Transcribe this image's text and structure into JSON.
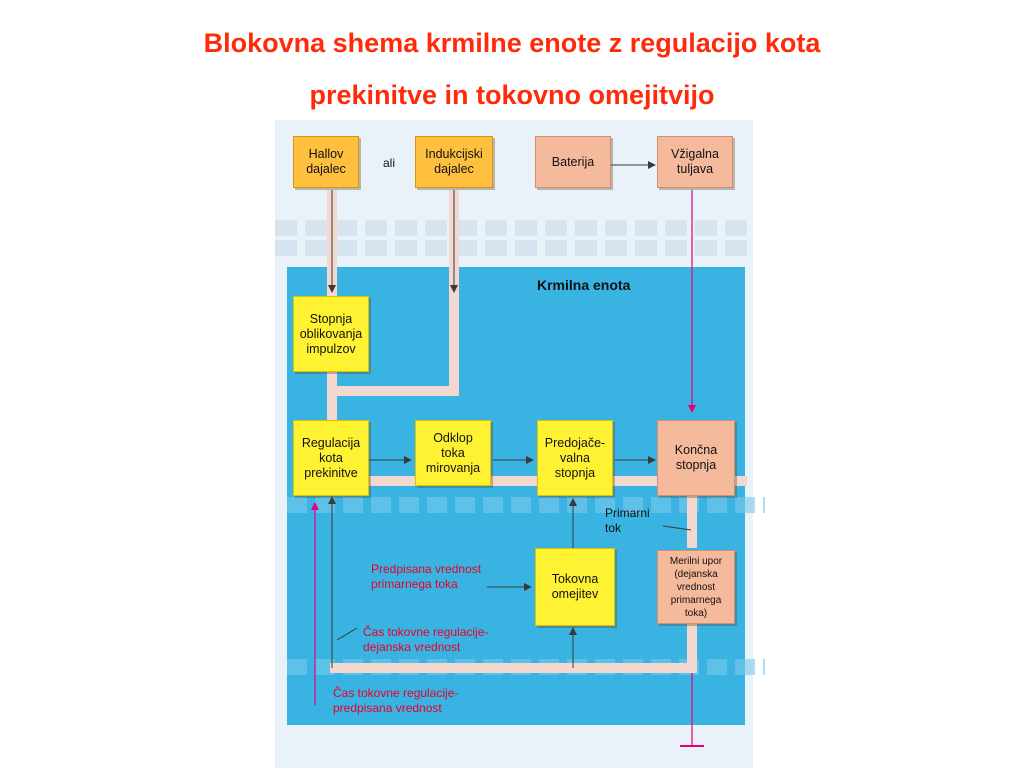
{
  "title": {
    "line1": "Blokovna shema krmilne enote z regulacijo kota",
    "line2": "prekinitve in tokovno omejitvijo"
  },
  "diagram": {
    "panel_title": "Krmilna enota",
    "or_label": "ali",
    "boxes": {
      "hall": "Hallov\ndajalec",
      "induction": "Indukcijski\ndajalec",
      "battery": "Baterija",
      "coil": "Vžigalna\ntuljava",
      "pulse_shaping": "Stopnja\noblikovanja\nimpulzov",
      "dwell_regulation": "Regulacija\nkota\nprekinitve",
      "rest_current_cutoff": "Odklop\ntoka\nmirovanja",
      "driver_stage": "Predojače-\nvalna\nstopnja",
      "output_stage": "Končna\nstopnja",
      "current_limiter": "Tokovna\nomejitev",
      "measuring_resistor": "Merilni upor\n(dejanska\nvrednost\nprimarnega\ntoka)"
    },
    "labels": {
      "primary_current": "Primarni\ntok",
      "setpoint_primary": "Predpisana vrednost\nprimarnega toka",
      "regulation_time_actual": "Čas tokovne regulacije-\ndejanska vrednost",
      "regulation_time_setpoint": "Čas tokovne regulacije-\npredpisana vrednost"
    },
    "colors": {
      "title": "#ff2a0a",
      "panel": "#39b3e2",
      "box_yellow": "#fff233",
      "box_orange": "#ffc040",
      "box_salmon": "#f5b99c",
      "annotation_red": "#e8002a",
      "ground_line": "#e6007e"
    }
  }
}
